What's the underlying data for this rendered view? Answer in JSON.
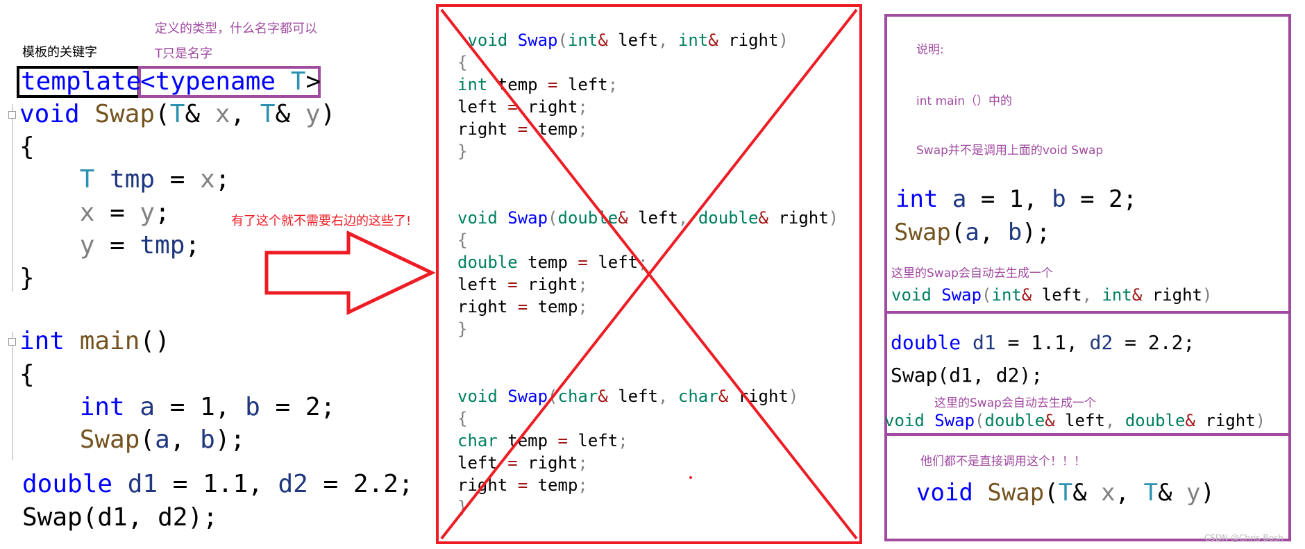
{
  "colors": {
    "purple": "#a04aa0",
    "red": "#ee1c25",
    "keyword": "#0000ff",
    "function": "#74531f",
    "type_param": "#2b91af"
  },
  "annotations": {
    "keyword_label": "模板的关键字",
    "typename_note_1": "定义的类型，什么名字都可以",
    "typename_note_2": "T只是名字",
    "arrow_note": "有了这个就不需要右边的这些了!",
    "explain_title": "说明:",
    "explain_line_1": "int main（）中的",
    "explain_line_2": "Swap并不是调用上面的void Swap",
    "generate_note_1": "这里的Swap会自动去生成一个",
    "generate_note_2": "这里的Swap会自动去生成一个",
    "not_direct_note": "他们都不是直接调用这个！！！",
    "watermark": "CSDN @Chris-Bosh"
  },
  "left_code": [
    [
      [
        "template",
        "k"
      ]
    ],
    [
      [
        "<typename ",
        "k"
      ],
      [
        "T",
        "t"
      ],
      [
        ">",
        "n"
      ]
    ],
    [
      [
        "void ",
        "k"
      ],
      [
        "Swap",
        "f"
      ],
      [
        "(",
        "n"
      ],
      [
        "T",
        "t"
      ],
      [
        "& ",
        "n"
      ],
      [
        "x",
        "p"
      ],
      [
        ", ",
        "n"
      ],
      [
        "T",
        "t"
      ],
      [
        "& ",
        "n"
      ],
      [
        "y",
        "p"
      ],
      [
        ")",
        "n"
      ]
    ],
    [
      [
        "{",
        "n"
      ]
    ],
    [
      [
        "    ",
        "n"
      ],
      [
        "T ",
        "t"
      ],
      [
        "tmp",
        "l"
      ],
      [
        " = ",
        "n"
      ],
      [
        "x",
        "p"
      ],
      [
        ";",
        "n"
      ]
    ],
    [
      [
        "    ",
        "n"
      ],
      [
        "x",
        "p"
      ],
      [
        " = ",
        "n"
      ],
      [
        "y",
        "p"
      ],
      [
        ";",
        "n"
      ]
    ],
    [
      [
        "    ",
        "n"
      ],
      [
        "y",
        "p"
      ],
      [
        " = ",
        "n"
      ],
      [
        "tmp",
        "l"
      ],
      [
        ";",
        "n"
      ]
    ],
    [
      [
        "}",
        "n"
      ]
    ],
    [
      [
        "int ",
        "k"
      ],
      [
        "main",
        "f"
      ],
      [
        "()",
        "n"
      ]
    ],
    [
      [
        "{",
        "n"
      ]
    ],
    [
      [
        "    ",
        "n"
      ],
      [
        "int ",
        "k"
      ],
      [
        "a",
        "l"
      ],
      [
        " = 1, ",
        "n"
      ],
      [
        "b",
        "l"
      ],
      [
        " = 2;",
        "n"
      ]
    ],
    [
      [
        "    ",
        "n"
      ],
      [
        "Swap",
        "f"
      ],
      [
        "(",
        "n"
      ],
      [
        "a",
        "l"
      ],
      [
        ", ",
        "n"
      ],
      [
        "b",
        "l"
      ],
      [
        ");",
        "n"
      ]
    ],
    [
      [
        "double ",
        "k"
      ],
      [
        "d1",
        "l"
      ],
      [
        " = 1.1, ",
        "n"
      ],
      [
        "d2",
        "l"
      ],
      [
        " = 2.2;",
        "n"
      ]
    ],
    [
      [
        "Swap(d1, d2);",
        "n"
      ]
    ]
  ],
  "middle_code": [
    [
      [
        " void ",
        "g"
      ],
      [
        "Swap",
        "b"
      ],
      [
        "(",
        "q"
      ],
      [
        "int",
        "g"
      ],
      [
        "& ",
        "a"
      ],
      [
        "left",
        "n"
      ],
      [
        ", ",
        "q"
      ],
      [
        "int",
        "g"
      ],
      [
        "& ",
        "a"
      ],
      [
        "right",
        "n"
      ],
      [
        ")",
        "q"
      ]
    ],
    [
      [
        "{",
        "q"
      ]
    ],
    [
      [
        "int ",
        "g"
      ],
      [
        "temp ",
        "n"
      ],
      [
        "= ",
        "a"
      ],
      [
        "left",
        "n"
      ],
      [
        ";",
        "q"
      ]
    ],
    [
      [
        "left ",
        "n"
      ],
      [
        "= ",
        "a"
      ],
      [
        "right",
        "n"
      ],
      [
        ";",
        "q"
      ]
    ],
    [
      [
        "right ",
        "n"
      ],
      [
        "= ",
        "a"
      ],
      [
        "temp",
        "n"
      ],
      [
        ";",
        "q"
      ]
    ],
    [
      [
        "}",
        "q"
      ]
    ],
    [
      [
        "void ",
        "g"
      ],
      [
        "Swap",
        "b"
      ],
      [
        "(",
        "q"
      ],
      [
        "double",
        "g"
      ],
      [
        "& ",
        "a"
      ],
      [
        "left",
        "n"
      ],
      [
        ", ",
        "q"
      ],
      [
        "double",
        "g"
      ],
      [
        "& ",
        "a"
      ],
      [
        "right",
        "n"
      ],
      [
        ")",
        "q"
      ]
    ],
    [
      [
        "{",
        "q"
      ]
    ],
    [
      [
        "double ",
        "g"
      ],
      [
        "temp ",
        "n"
      ],
      [
        "= ",
        "a"
      ],
      [
        "left",
        "n"
      ],
      [
        ";",
        "q"
      ]
    ],
    [
      [
        "left ",
        "n"
      ],
      [
        "= ",
        "a"
      ],
      [
        "right",
        "n"
      ],
      [
        ";",
        "q"
      ]
    ],
    [
      [
        "right ",
        "n"
      ],
      [
        "= ",
        "a"
      ],
      [
        "temp",
        "n"
      ],
      [
        ";",
        "q"
      ]
    ],
    [
      [
        "}",
        "q"
      ]
    ],
    [
      [
        "void ",
        "g"
      ],
      [
        "Swap",
        "b"
      ],
      [
        "(",
        "q"
      ],
      [
        "char",
        "g"
      ],
      [
        "& ",
        "a"
      ],
      [
        "left",
        "n"
      ],
      [
        ", ",
        "q"
      ],
      [
        "char",
        "g"
      ],
      [
        "& ",
        "a"
      ],
      [
        "right",
        "n"
      ],
      [
        ")",
        "q"
      ]
    ],
    [
      [
        "{",
        "q"
      ]
    ],
    [
      [
        "char ",
        "g"
      ],
      [
        "temp ",
        "n"
      ],
      [
        "= ",
        "a"
      ],
      [
        "left",
        "n"
      ],
      [
        ";",
        "q"
      ]
    ],
    [
      [
        "left ",
        "n"
      ],
      [
        "= ",
        "a"
      ],
      [
        "right",
        "n"
      ],
      [
        ";",
        "q"
      ]
    ],
    [
      [
        "right ",
        "n"
      ],
      [
        "= ",
        "a"
      ],
      [
        "temp",
        "n"
      ],
      [
        ";",
        "q"
      ]
    ],
    [
      [
        "}",
        "q"
      ]
    ]
  ],
  "right_code": {
    "int_decl": [
      [
        "int ",
        "k"
      ],
      [
        "a",
        "l"
      ],
      [
        " = 1, ",
        "n"
      ],
      [
        "b",
        "l"
      ],
      [
        " = 2;",
        "n"
      ]
    ],
    "swap_ab": [
      [
        "Swap",
        "f"
      ],
      [
        "(",
        "n"
      ],
      [
        "a",
        "l"
      ],
      [
        ", ",
        "n"
      ],
      [
        "b",
        "l"
      ],
      [
        ");",
        "n"
      ]
    ],
    "gen_int": [
      [
        "void ",
        "g"
      ],
      [
        "Swap",
        "b"
      ],
      [
        "(",
        "q"
      ],
      [
        "int",
        "g"
      ],
      [
        "& ",
        "a"
      ],
      [
        "left",
        "n"
      ],
      [
        ", ",
        "q"
      ],
      [
        "int",
        "g"
      ],
      [
        "& ",
        "a"
      ],
      [
        "right",
        "n"
      ],
      [
        ")",
        "q"
      ]
    ],
    "double_decl": [
      [
        "double ",
        "k"
      ],
      [
        "d1",
        "l"
      ],
      [
        " = 1.1, ",
        "n"
      ],
      [
        "d2",
        "l"
      ],
      [
        " = 2.2;",
        "n"
      ]
    ],
    "swap_d": [
      [
        "Swap(d1, d2);",
        "n"
      ]
    ],
    "gen_double": [
      [
        "void ",
        "g"
      ],
      [
        "Swap",
        "b"
      ],
      [
        "(",
        "q"
      ],
      [
        "double",
        "g"
      ],
      [
        "& ",
        "a"
      ],
      [
        "left",
        "n"
      ],
      [
        ", ",
        "q"
      ],
      [
        "double",
        "g"
      ],
      [
        "& ",
        "a"
      ],
      [
        "right",
        "n"
      ],
      [
        ")",
        "q"
      ]
    ],
    "template_sig": [
      [
        "void ",
        "k"
      ],
      [
        "Swap",
        "f"
      ],
      [
        "(",
        "n"
      ],
      [
        "T",
        "t"
      ],
      [
        "& ",
        "n"
      ],
      [
        "x",
        "p"
      ],
      [
        ", ",
        "n"
      ],
      [
        "T",
        "t"
      ],
      [
        "& ",
        "n"
      ],
      [
        "y",
        "p"
      ],
      [
        ")",
        "n"
      ]
    ]
  }
}
